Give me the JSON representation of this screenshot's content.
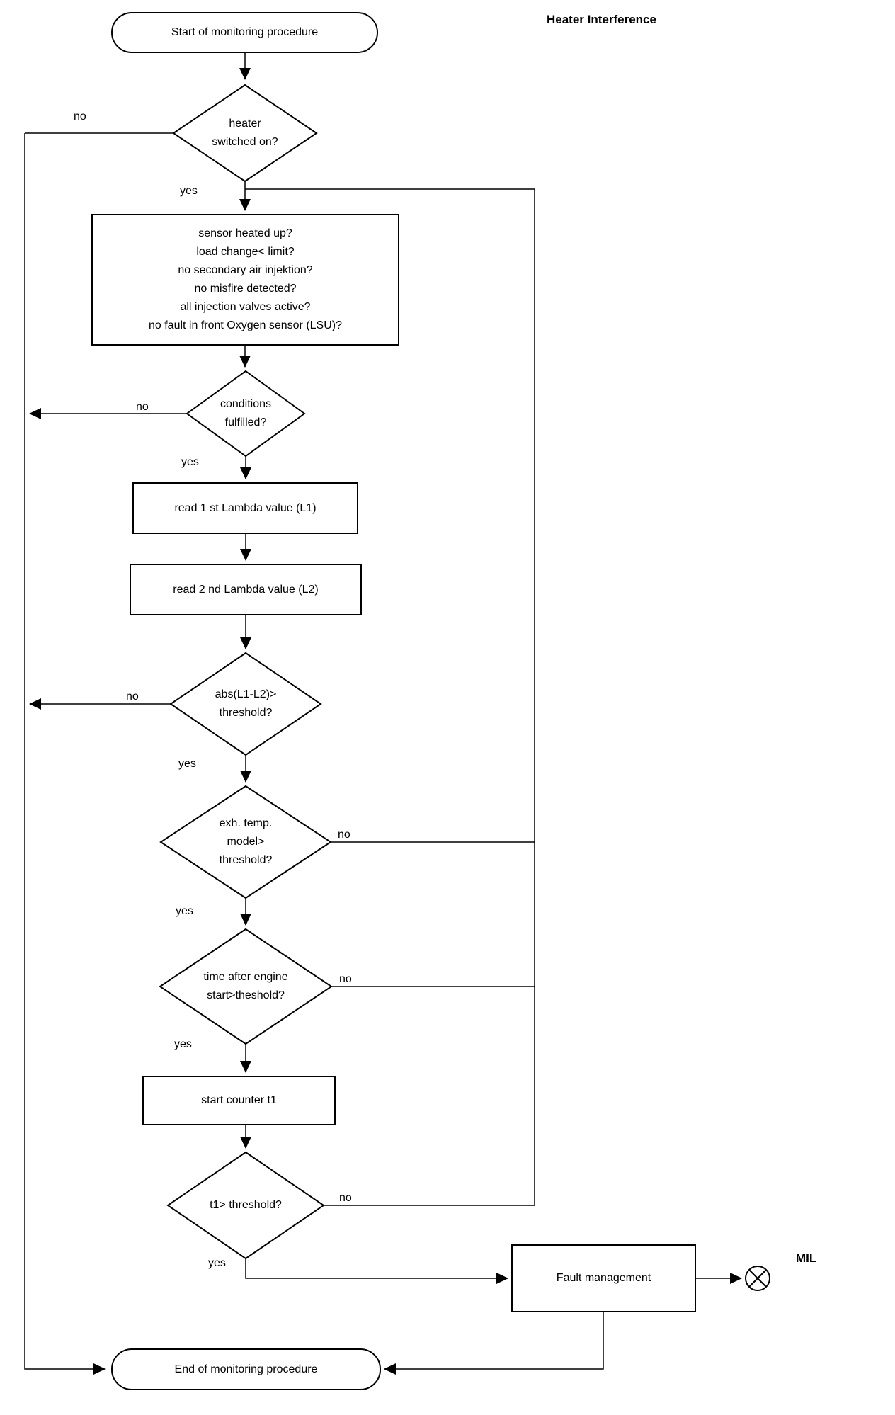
{
  "title": "Heater Interference",
  "colors": {
    "line": "#000000",
    "background": "#ffffff",
    "text": "#000000"
  },
  "nodes": {
    "start": {
      "label": "Start of monitoring procedure"
    },
    "heater_switched_on": {
      "lines": [
        "heater",
        "switched on?"
      ]
    },
    "entry_conditions": {
      "lines": [
        "sensor heated up?",
        "load change< limit?",
        "no secondary air injektion?",
        "no misfire detected?",
        "all injection valves active?",
        "no fault in front Oxygen sensor (LSU)?"
      ]
    },
    "conditions_fulfilled": {
      "lines": [
        "conditions",
        "fulfilled?"
      ]
    },
    "read_l1": {
      "label": "read 1 st Lambda value (L1)"
    },
    "read_l2": {
      "label": "read 2 nd Lambda value (L2)"
    },
    "abs_threshold": {
      "lines": [
        "abs(L1-L2)>",
        "threshold?"
      ]
    },
    "exh_temp_model": {
      "lines": [
        "exh. temp.",
        "model>",
        "threshold?"
      ]
    },
    "time_after_start": {
      "lines": [
        "time after engine",
        "start>theshold?"
      ]
    },
    "start_counter": {
      "label": "start counter t1"
    },
    "t1_threshold": {
      "label": "t1> threshold?"
    },
    "fault_management": {
      "label": "Fault management"
    },
    "mil": {
      "label": "MIL"
    },
    "end": {
      "label": "End of monitoring procedure"
    }
  },
  "edge_labels": {
    "heater_no": "no",
    "heater_yes": "yes",
    "conditions_no": "no",
    "conditions_yes": "yes",
    "abs_no": "no",
    "abs_yes": "yes",
    "exh_no": "no",
    "exh_yes": "yes",
    "time_no": "no",
    "time_yes": "yes",
    "t1_no": "no",
    "t1_yes": "yes"
  }
}
